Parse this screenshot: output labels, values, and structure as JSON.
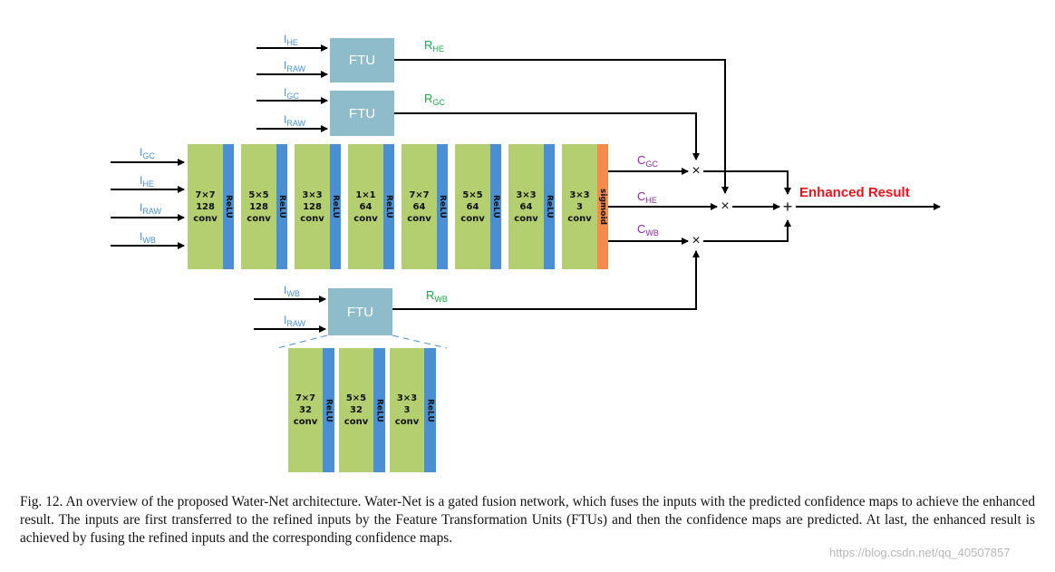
{
  "diagram": {
    "inputs": {
      "ftu_he": [
        {
          "base": "I",
          "sub": "HE"
        },
        {
          "base": "I",
          "sub": "RAW"
        }
      ],
      "ftu_gc": [
        {
          "base": "I",
          "sub": "GC"
        },
        {
          "base": "I",
          "sub": "RAW"
        }
      ],
      "main": [
        {
          "base": "I",
          "sub": "GC"
        },
        {
          "base": "I",
          "sub": "HE"
        },
        {
          "base": "I",
          "sub": "RAW"
        },
        {
          "base": "I",
          "sub": "WB"
        }
      ],
      "ftu_wb": [
        {
          "base": "I",
          "sub": "WB"
        },
        {
          "base": "I",
          "sub": "RAW"
        }
      ]
    },
    "ftu_label": "FTU",
    "refined": {
      "he": {
        "base": "R",
        "sub": "HE"
      },
      "gc": {
        "base": "R",
        "sub": "GC"
      },
      "wb": {
        "base": "R",
        "sub": "WB"
      }
    },
    "confidence": {
      "gc": {
        "base": "C",
        "sub": "GC"
      },
      "he": {
        "base": "C",
        "sub": "HE"
      },
      "wb": {
        "base": "C",
        "sub": "WB"
      }
    },
    "main_layers": [
      {
        "l1": "7×7",
        "l2": "128",
        "l3": "conv",
        "act": "ReLU"
      },
      {
        "l1": "5×5",
        "l2": "128",
        "l3": "conv",
        "act": "ReLU"
      },
      {
        "l1": "3×3",
        "l2": "128",
        "l3": "conv",
        "act": "ReLU"
      },
      {
        "l1": "1×1",
        "l2": "64",
        "l3": "conv",
        "act": "ReLU"
      },
      {
        "l1": "7×7",
        "l2": "64",
        "l3": "conv",
        "act": "ReLU"
      },
      {
        "l1": "5×5",
        "l2": "64",
        "l3": "conv",
        "act": "ReLU"
      },
      {
        "l1": "3×3",
        "l2": "64",
        "l3": "conv",
        "act": "ReLU"
      },
      {
        "l1": "3×3",
        "l2": "3",
        "l3": "conv",
        "act": "sigmoid"
      }
    ],
    "ftu_layers": [
      {
        "l1": "7×7",
        "l2": "32",
        "l3": "conv",
        "act": "ReLU"
      },
      {
        "l1": "5×5",
        "l2": "32",
        "l3": "conv",
        "act": "ReLU"
      },
      {
        "l1": "3×3",
        "l2": "3",
        "l3": "conv",
        "act": "ReLU"
      }
    ],
    "multiply_symbol": "×",
    "plus_symbol": "+",
    "result_label": "Enhanced Result",
    "colors": {
      "conv": "#b3cf6f",
      "relu": "#4a8fd4",
      "sigmoid": "#f58a4b",
      "ftu": "#8fbcca",
      "input_label": "#4a90d0",
      "refined_label": "#1aa84b",
      "confidence_label": "#8a2aa0",
      "result_label": "#e8141c"
    }
  },
  "caption": "Fig. 12.  An overview of the proposed Water-Net architecture. Water-Net is a gated fusion network, which fuses the inputs with the predicted confidence maps to achieve the enhanced result. The inputs are first transferred to the refined inputs by the Feature Transformation Units (FTUs) and then the confidence maps are predicted. At last, the enhanced result is achieved by fusing the refined inputs and the corresponding confidence maps.",
  "watermark": "https://blog.csdn.net/qq_40507857"
}
